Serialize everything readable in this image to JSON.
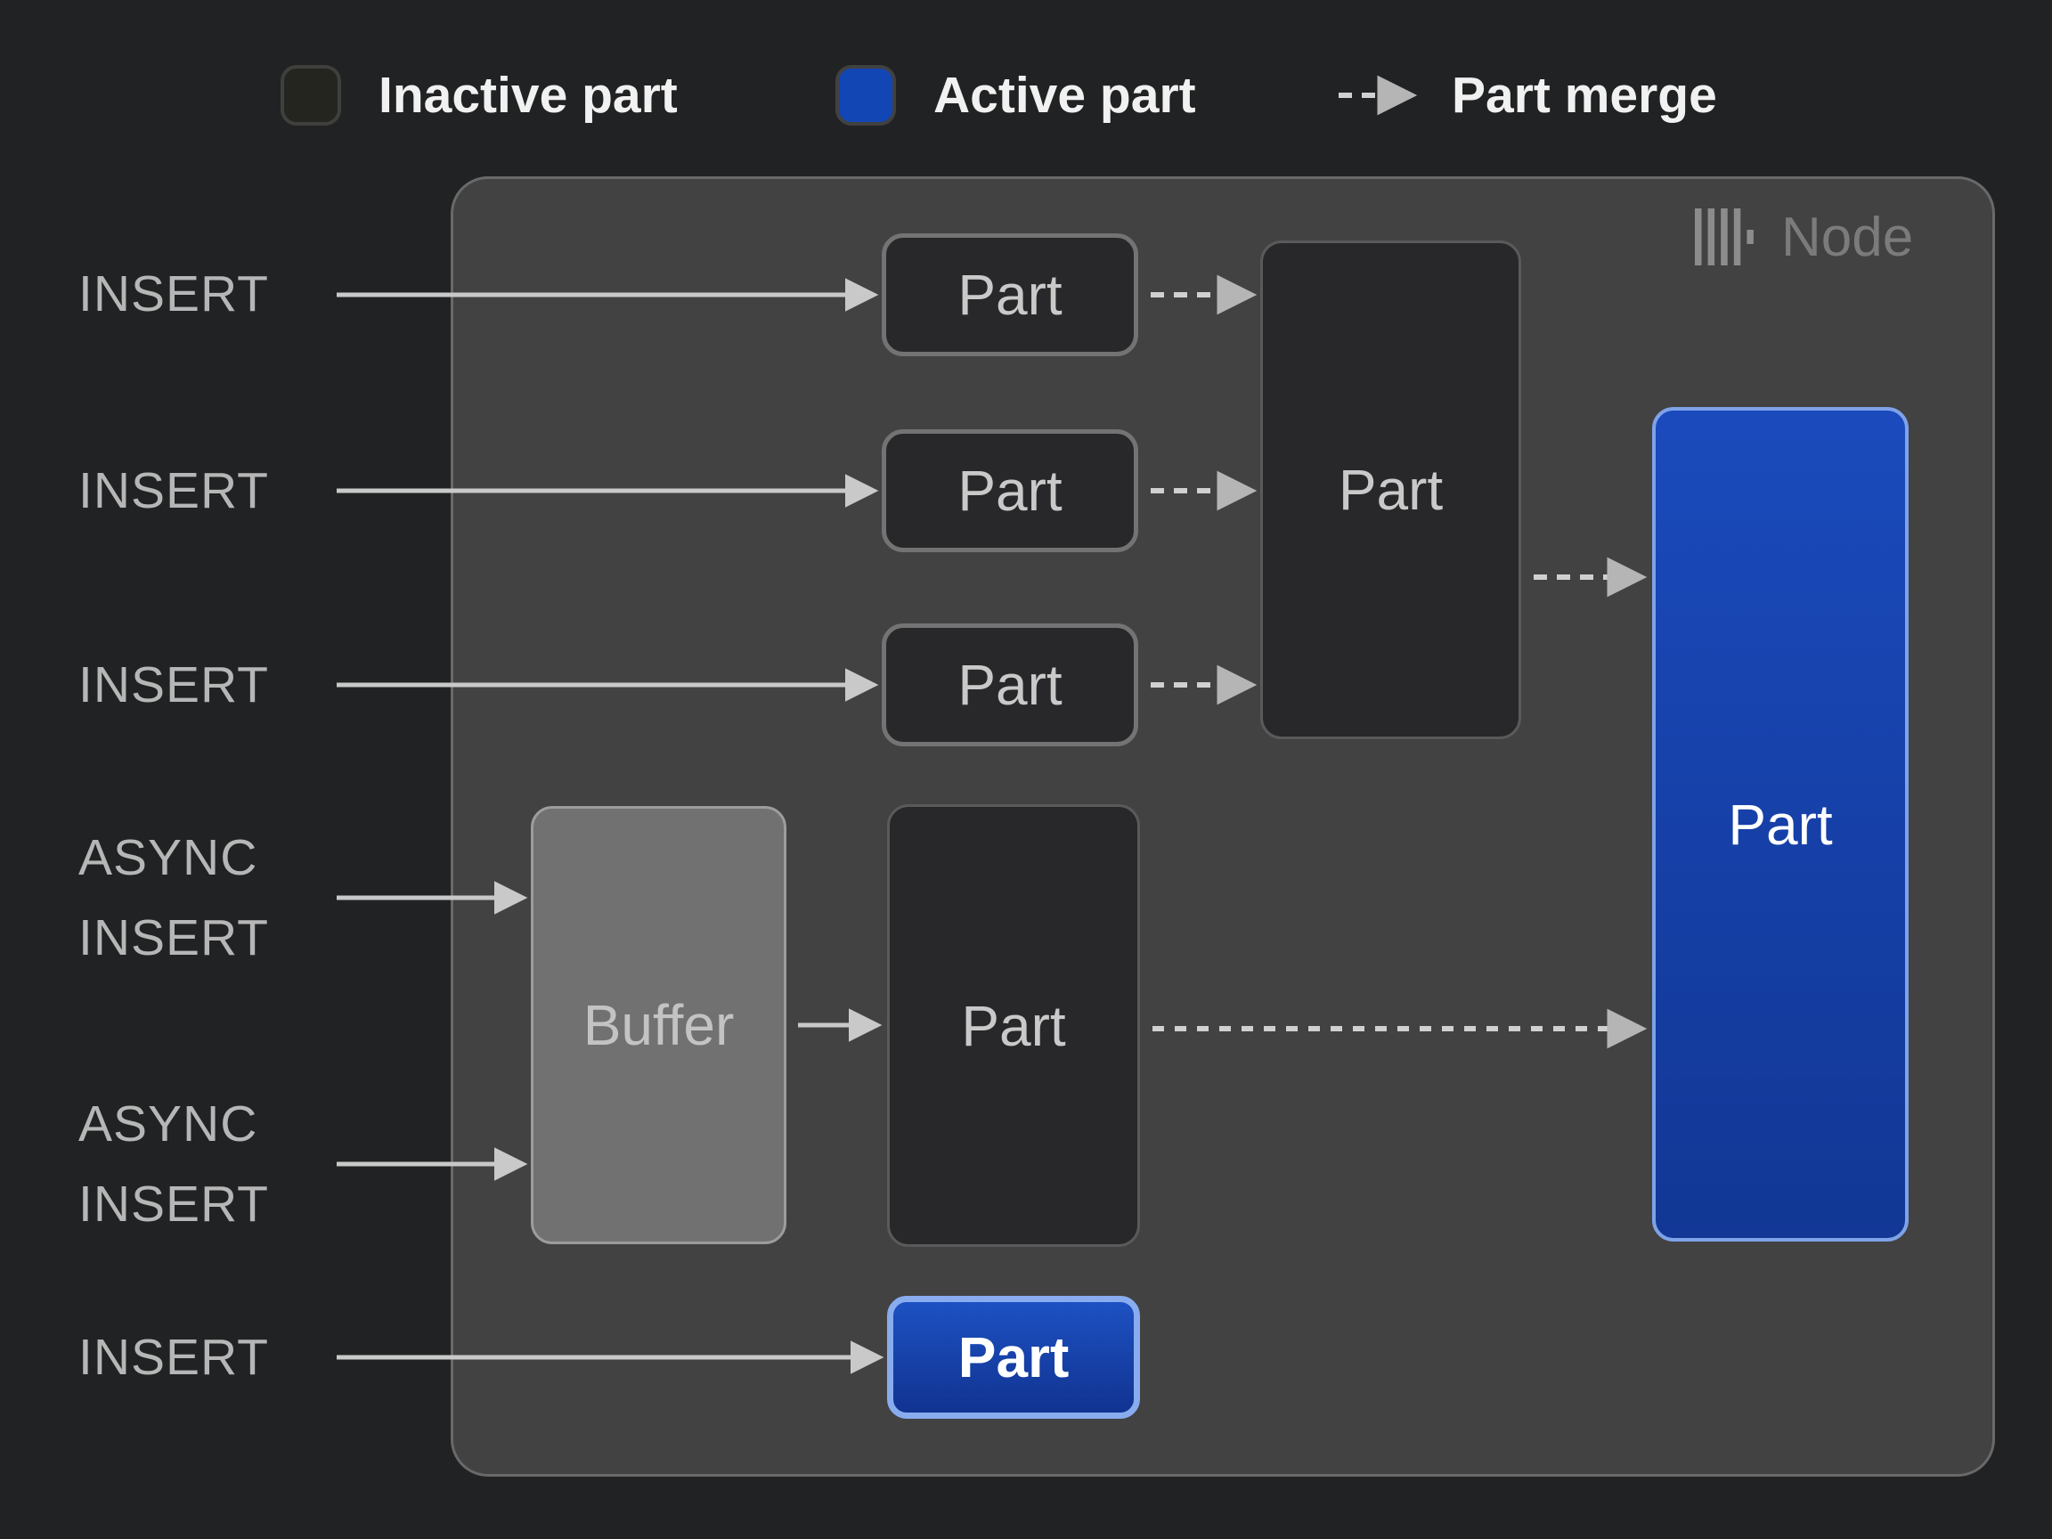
{
  "legend": {
    "inactive_label": "Inactive part",
    "active_label": "Active part",
    "merge_label": "Part merge"
  },
  "node": {
    "title": "Node"
  },
  "inputs": {
    "insert1": "INSERT",
    "insert2": "INSERT",
    "insert3": "INSERT",
    "async1": "ASYNC INSERT",
    "async2": "ASYNC INSERT",
    "insert4": "INSERT"
  },
  "parts": {
    "small1": "Part",
    "small2": "Part",
    "small3": "Part",
    "merged": "Part",
    "buffer": "Buffer",
    "buffered": "Part",
    "active_large": "Part",
    "active_small": "Part"
  },
  "colors": {
    "background": "#202223",
    "node_background": "#424242",
    "inactive_part_fill": "#28282a",
    "active_part_blue": "#1246b4",
    "active_border_blue": "#7fa2e8",
    "buffer_fill": "#717171",
    "arrow_gray": "#c9c9c9",
    "legend_text": "#f1f1f1",
    "label_text": "#b6b6b6",
    "node_title_text": "#7b7b7b"
  }
}
